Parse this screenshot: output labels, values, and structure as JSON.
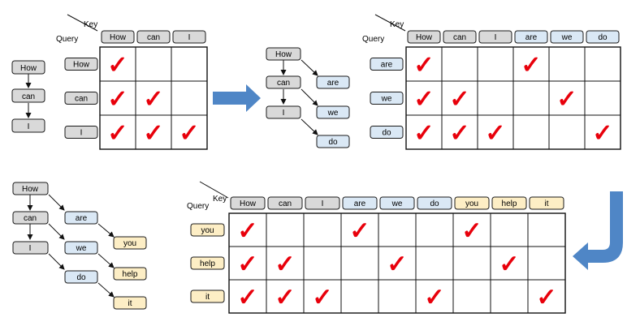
{
  "colors": {
    "gray_token": "#d9d9d9",
    "blue_token": "#dae8f5",
    "yellow_token": "#fdeec5",
    "token_border": "#1a1a1a",
    "check": "#e8000b",
    "arrow": "#4f86c6"
  },
  "labels": {
    "key": "Key",
    "query": "Query",
    "check_glyph": "✓"
  },
  "tokens": {
    "stage1": [
      "How",
      "can",
      "I"
    ],
    "stage2": [
      "are",
      "we",
      "do"
    ],
    "stage3": [
      "you",
      "help",
      "it"
    ]
  },
  "matrices": [
    {
      "name": "causal",
      "keys": [
        "How",
        "can",
        "I"
      ],
      "queries": [
        "How",
        "can",
        "I"
      ],
      "checks": [
        [
          1,
          0,
          0
        ],
        [
          1,
          1,
          0
        ],
        [
          1,
          1,
          1
        ]
      ]
    },
    {
      "name": "tree-1",
      "keys": [
        "How",
        "can",
        "I",
        "are",
        "we",
        "do"
      ],
      "queries": [
        "are",
        "we",
        "do"
      ],
      "checks": [
        [
          1,
          0,
          0,
          1,
          0,
          0
        ],
        [
          1,
          1,
          0,
          0,
          1,
          0
        ],
        [
          1,
          1,
          1,
          0,
          0,
          1
        ]
      ]
    },
    {
      "name": "tree-2",
      "keys": [
        "How",
        "can",
        "I",
        "are",
        "we",
        "do",
        "you",
        "help",
        "it"
      ],
      "queries": [
        "you",
        "help",
        "it"
      ],
      "checks": [
        [
          1,
          0,
          0,
          1,
          0,
          0,
          1,
          0,
          0
        ],
        [
          1,
          1,
          0,
          0,
          1,
          0,
          0,
          1,
          0
        ],
        [
          1,
          1,
          1,
          0,
          0,
          1,
          0,
          0,
          1
        ]
      ]
    }
  ]
}
